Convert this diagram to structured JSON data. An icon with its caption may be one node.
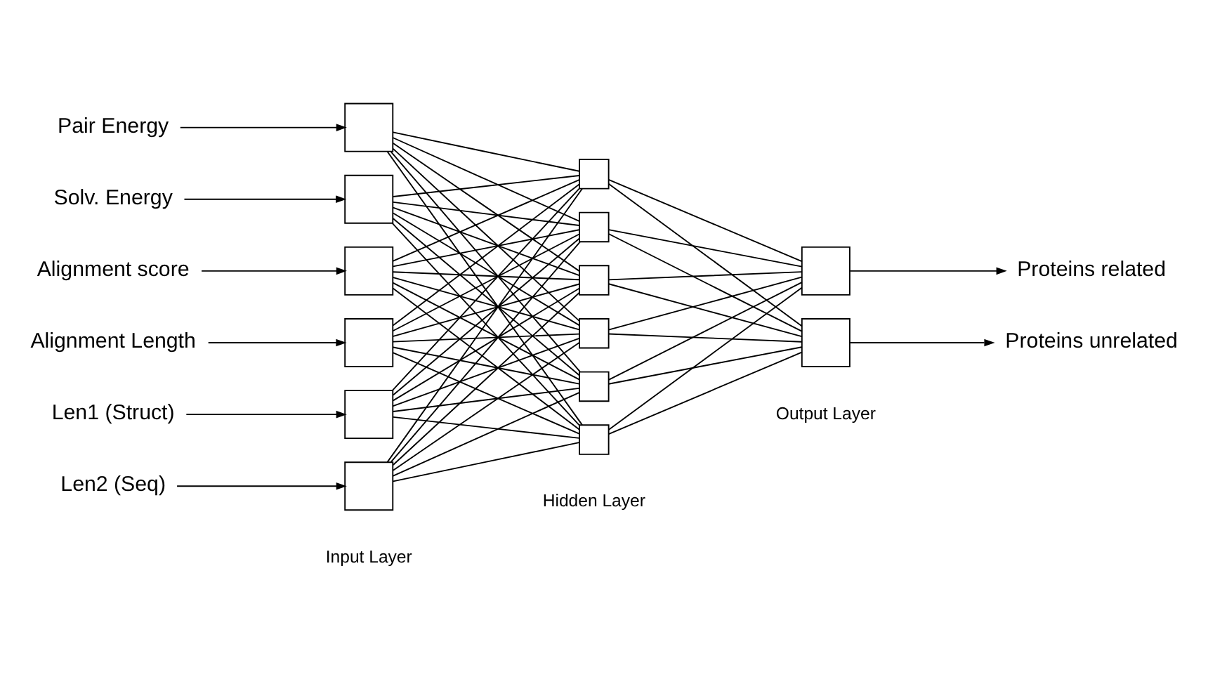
{
  "diagram": {
    "nodes": [
      {
        "text": [
          "Pair Energy"
        ]
      },
      {
        "text": [
          "Solv. Energy"
        ]
      },
      {
        "text": [
          "Alignment score"
        ]
      },
      {
        "text": [
          "Alignment Length"
        ]
      },
      {
        "text": [
          "Len1 (Struct)"
        ]
      },
      {
        "text": [
          "Len2 (Seq)"
        ]
      },
      {
        "text": [],
        "shape": "box"
      },
      {
        "text": [],
        "shape": "box"
      },
      {
        "text": [],
        "shape": "box"
      },
      {
        "text": [],
        "shape": "box"
      },
      {
        "text": [],
        "shape": "box"
      },
      {
        "text": [],
        "shape": "box"
      },
      {
        "text": [],
        "shape": "box"
      },
      {
        "text": [],
        "shape": "box"
      },
      {
        "text": [],
        "shape": "box"
      },
      {
        "text": [],
        "shape": "box"
      },
      {
        "text": [],
        "shape": "box"
      },
      {
        "text": [],
        "shape": "box"
      },
      {
        "text": [],
        "shape": "box"
      },
      {
        "text": [],
        "shape": "box"
      },
      {
        "text": [
          "Proteins related"
        ]
      },
      {
        "text": [
          "Proteins unrelated"
        ]
      }
    ],
    "edges": [
      {
        "from": 0,
        "to": 6,
        "arrow": "to"
      },
      {
        "from": 1,
        "to": 7,
        "arrow": "to"
      },
      {
        "from": 2,
        "to": 8,
        "arrow": "to"
      },
      {
        "from": 3,
        "to": 9,
        "arrow": "to"
      },
      {
        "from": 4,
        "to": 10,
        "arrow": "to"
      },
      {
        "from": 5,
        "to": 11,
        "arrow": "to"
      },
      {
        "from": 6,
        "to": 12,
        "arrow": "none"
      },
      {
        "from": 6,
        "to": 13,
        "arrow": "none"
      },
      {
        "from": 6,
        "to": 14,
        "arrow": "none"
      },
      {
        "from": 6,
        "to": 15,
        "arrow": "none"
      },
      {
        "from": 6,
        "to": 16,
        "arrow": "none"
      },
      {
        "from": 6,
        "to": 17,
        "arrow": "none"
      },
      {
        "from": 7,
        "to": 12,
        "arrow": "none"
      },
      {
        "from": 7,
        "to": 13,
        "arrow": "none"
      },
      {
        "from": 7,
        "to": 14,
        "arrow": "none"
      },
      {
        "from": 7,
        "to": 15,
        "arrow": "none"
      },
      {
        "from": 7,
        "to": 16,
        "arrow": "none"
      },
      {
        "from": 7,
        "to": 17,
        "arrow": "none"
      },
      {
        "from": 8,
        "to": 12,
        "arrow": "none"
      },
      {
        "from": 8,
        "to": 13,
        "arrow": "none"
      },
      {
        "from": 8,
        "to": 14,
        "arrow": "none"
      },
      {
        "from": 8,
        "to": 15,
        "arrow": "none"
      },
      {
        "from": 8,
        "to": 16,
        "arrow": "none"
      },
      {
        "from": 8,
        "to": 17,
        "arrow": "none"
      },
      {
        "from": 9,
        "to": 12,
        "arrow": "none"
      },
      {
        "from": 9,
        "to": 13,
        "arrow": "none"
      },
      {
        "from": 9,
        "to": 14,
        "arrow": "none"
      },
      {
        "from": 9,
        "to": 15,
        "arrow": "none"
      },
      {
        "from": 9,
        "to": 16,
        "arrow": "none"
      },
      {
        "from": 9,
        "to": 17,
        "arrow": "none"
      },
      {
        "from": 10,
        "to": 12,
        "arrow": "none"
      },
      {
        "from": 10,
        "to": 13,
        "arrow": "none"
      },
      {
        "from": 10,
        "to": 14,
        "arrow": "none"
      },
      {
        "from": 10,
        "to": 15,
        "arrow": "none"
      },
      {
        "from": 10,
        "to": 16,
        "arrow": "none"
      },
      {
        "from": 10,
        "to": 17,
        "arrow": "none"
      },
      {
        "from": 11,
        "to": 12,
        "arrow": "none"
      },
      {
        "from": 11,
        "to": 13,
        "arrow": "none"
      },
      {
        "from": 11,
        "to": 14,
        "arrow": "none"
      },
      {
        "from": 11,
        "to": 15,
        "arrow": "none"
      },
      {
        "from": 11,
        "to": 16,
        "arrow": "none"
      },
      {
        "from": 11,
        "to": 17,
        "arrow": "none"
      },
      {
        "from": 12,
        "to": 18,
        "arrow": "none"
      },
      {
        "from": 12,
        "to": 19,
        "arrow": "none"
      },
      {
        "from": 13,
        "to": 18,
        "arrow": "none"
      },
      {
        "from": 13,
        "to": 19,
        "arrow": "none"
      },
      {
        "from": 14,
        "to": 18,
        "arrow": "none"
      },
      {
        "from": 14,
        "to": 19,
        "arrow": "none"
      },
      {
        "from": 15,
        "to": 18,
        "arrow": "none"
      },
      {
        "from": 15,
        "to": 19,
        "arrow": "none"
      },
      {
        "from": 16,
        "to": 18,
        "arrow": "none"
      },
      {
        "from": 16,
        "to": 19,
        "arrow": "none"
      },
      {
        "from": 17,
        "to": 18,
        "arrow": "none"
      },
      {
        "from": 17,
        "to": 19,
        "arrow": "none"
      },
      {
        "from": 18,
        "to": 20,
        "arrow": "to"
      },
      {
        "from": 19,
        "to": 21,
        "arrow": "to"
      }
    ],
    "labels": [
      "Output Layer",
      "Hidden Layer",
      "Input Layer"
    ]
  }
}
